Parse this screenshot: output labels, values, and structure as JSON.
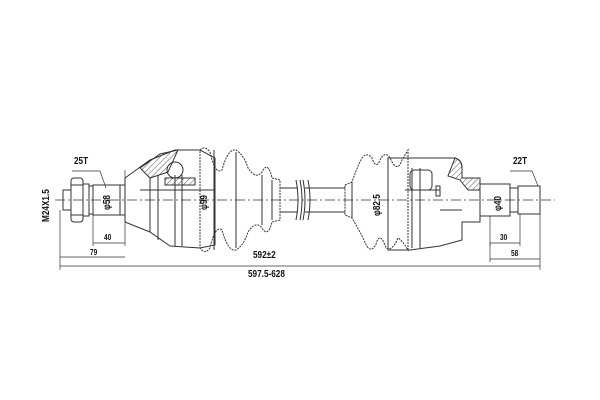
{
  "drawing": {
    "type": "CV drive shaft assembly technical drawing",
    "left_end": {
      "spline_label": "25T",
      "thread_label": "M24X1.5",
      "shaft_diameter_label": "φ58",
      "joint_diameter_label": "φ99",
      "dim_spline_length": "40",
      "dim_end_length": "79"
    },
    "right_end": {
      "spline_label": "22T",
      "shaft_diameter_label": "φ40",
      "joint_diameter_label": "φ82.5",
      "dim_spline_length": "30",
      "dim_end_length": "58"
    },
    "overall": {
      "length_label": "592±2",
      "range_label": "597.5-628"
    },
    "colors": {
      "line": "#333333",
      "hatch": "#555555",
      "background": "#ffffff"
    }
  }
}
